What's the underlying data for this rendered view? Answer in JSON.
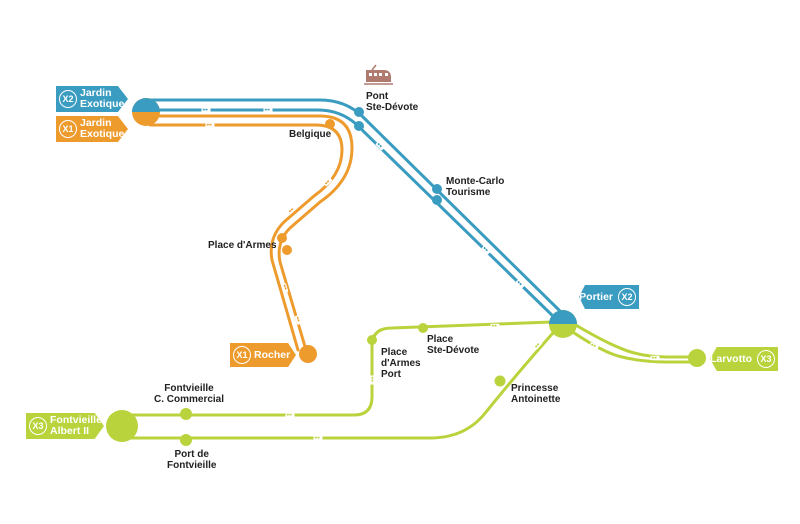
{
  "colors": {
    "x1": "#ee9b2e",
    "x2": "#3a9cc0",
    "x3": "#b9d33c",
    "text": "#222222"
  },
  "lines": [
    {
      "code": "X2",
      "terminus_start": "Jardin\nExotique",
      "terminus_end": "Portier"
    },
    {
      "code": "X1",
      "terminus_start": "Jardin\nExotique",
      "terminus_end": "Rocher"
    },
    {
      "code": "X3",
      "terminus_start": "Fontvieille\nAlbert II",
      "terminus_end": "Larvotto"
    }
  ],
  "stations": {
    "pont_ste_devote": "Pont\nSte-Dévote",
    "belgique": "Belgique",
    "monte_carlo": "Monte-Carlo\nTourisme",
    "place_darmes": "Place d'Armes",
    "place_darmes_port": "Place\nd'Armes\nPort",
    "place_ste_devote": "Place\nSte-Dévote",
    "princesse_antoinette": "Princesse\nAntoinette",
    "fontvieille_commercial": "Fontvieille\nC. Commercial",
    "port_de_fontvieille": "Port de\nFontvieille"
  },
  "icons": {
    "train": "train-icon",
    "bus": "bus-icon"
  }
}
